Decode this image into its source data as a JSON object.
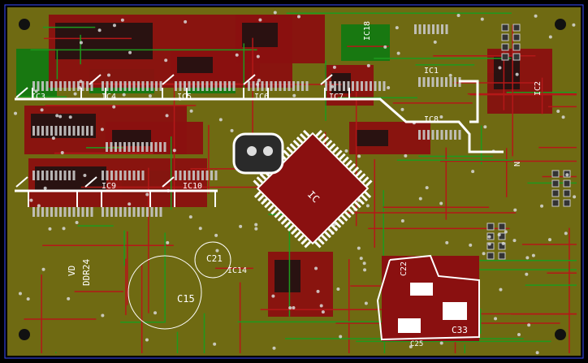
{
  "viewer": {
    "title": "PCB layout view",
    "colors": {
      "background": "#000000",
      "board": "#6f6a12",
      "copper_top": "#8a1010",
      "copper_bottom": "#0e7a12",
      "trace_red": "#b41818",
      "trace_green": "#1e9a1e",
      "silkscreen": "#ffffff",
      "pad": "#c8c8c8",
      "via": "#d8d8d8",
      "outline": "#3a4cff"
    }
  },
  "labels": {
    "ic1": "IC1",
    "ic2": "IC2",
    "ic3": "IC3",
    "ic4": "IC4",
    "ic5": "IC5",
    "ic6": "IC6",
    "ic7": "IC7",
    "ic8": "IC8",
    "ic9": "IC9",
    "ic10": "IC10",
    "ic14": "IC14",
    "ic_center": "IC",
    "c21": "C21",
    "c33": "C33",
    "c22": "C22",
    "c15": "C15",
    "c25": "C25",
    "ic18": "IC18",
    "vdd": "VD",
    "ddr": "DDR24",
    "nch": "N"
  }
}
